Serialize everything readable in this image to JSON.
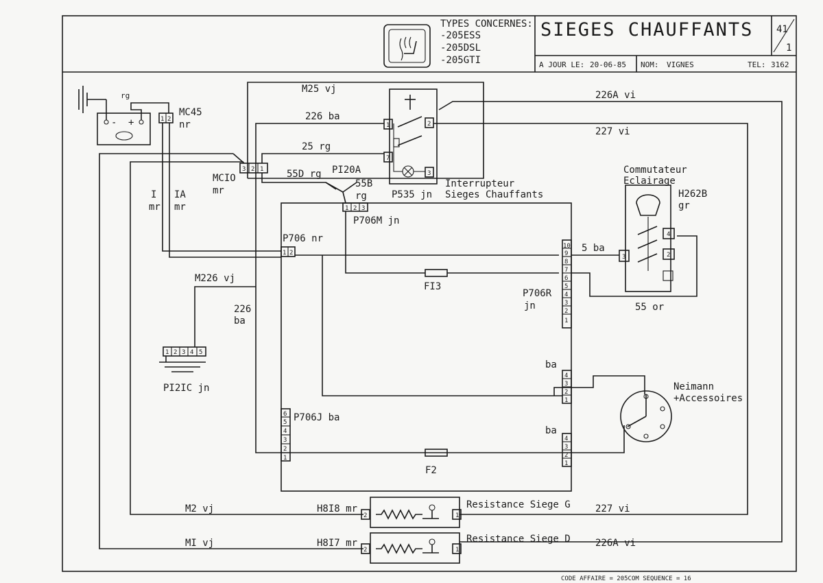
{
  "title_block": {
    "types_label": "TYPES CONCERNES:",
    "types": [
      "-205ESS",
      "-205DSL",
      "-205GTI"
    ],
    "title": "SIEGES CHAUFFANTS",
    "sheet_top": "41",
    "sheet_bottom": "1",
    "date_label": "A JOUR LE:",
    "date_value": "20-06-85",
    "name_label": "NOM:",
    "name_value": "VIGNES",
    "tel_label": "TEL:",
    "tel_value": "3162"
  },
  "footer": "CODE AFFAIRE = 205COM SEQUENCE = 16",
  "wires": {
    "m25": "M25 vj",
    "w226a_top": "226A vi",
    "w226_ba": "226 ba",
    "w227_top": "227 vi",
    "w25_rg": "25 rg",
    "w55d": "55D rg",
    "w55b_1": "55B",
    "w55b_2": "rg",
    "w5_ba": "5 ba",
    "w55_or": "55 or",
    "m226": "M226 vj",
    "w226_v1": "226",
    "w226_v2": "ba",
    "w1_a": "I",
    "w1_b": "mr",
    "w1a_a": "IA",
    "w1a_b": "mr",
    "rg_batt": "rg",
    "ba_1": "ba",
    "ba_2": "ba",
    "m2": "M2 vj",
    "w227_bot": "227 vi",
    "m1": "MI vj",
    "w226a_bot": "226A vi"
  },
  "components": {
    "mc45_a": "MC45",
    "mc45_b": "nr",
    "mc10_a": "MCIO",
    "mc10_b": "mr",
    "p120a": "PI20A",
    "p535": "P535 jn",
    "interrupteur_1": "Interrupteur",
    "interrupteur_2": "Sieges Chauffants",
    "p706m": "P706M jn",
    "p706": "P706 nr",
    "f13": "FI3",
    "p706r_a": "P706R",
    "p706r_b": "jn",
    "commutateur_1": "Commutateur",
    "commutateur_2": "Eclairage",
    "h262b_a": "H262B",
    "h262b_b": "gr",
    "p121c": "PI2IC jn",
    "neimann_1": "Neimann",
    "neimann_2": "+Accessoires",
    "p706j": "P706J ba",
    "f2": "F2",
    "h818": "H8I8 mr",
    "res_g": "Resistance Siege G",
    "h817": "H8I7 mr",
    "res_d": "Resistance Siege D"
  },
  "pins": {
    "one": "1",
    "two": "2",
    "three": "3",
    "four": "4",
    "five": "5",
    "six": "6",
    "seven": "7",
    "eight": "8",
    "nine": "9",
    "ten": "10",
    "minus": "-",
    "plus": "+"
  }
}
